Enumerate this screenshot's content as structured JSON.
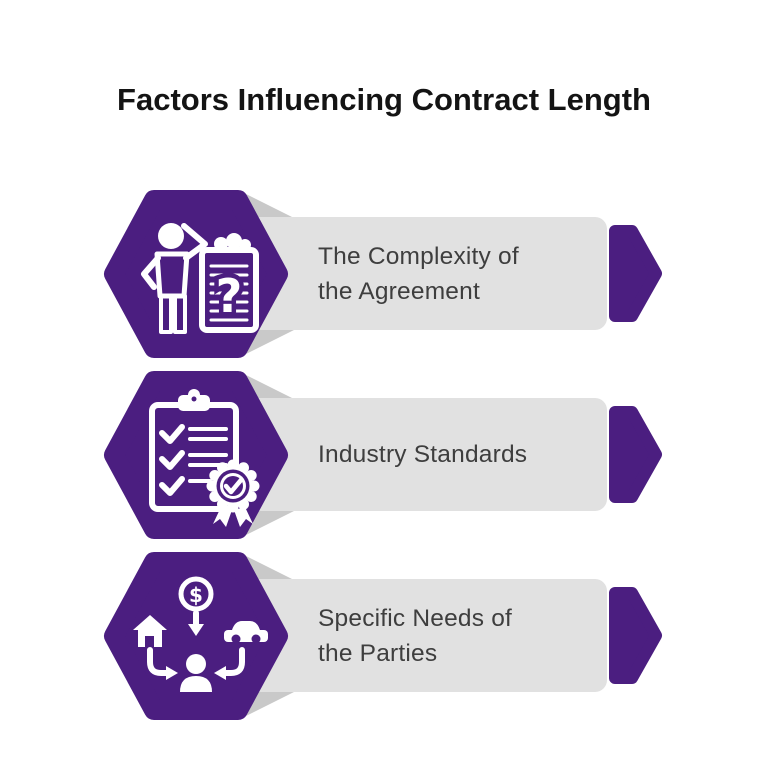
{
  "title": "Factors Influencing Contract Length",
  "colors": {
    "accent_purple": "#4B1E80",
    "bar_gray": "#E1E1E1",
    "shadow_gray": "#C9C9C9",
    "label_text": "#3E3E3E",
    "title_text": "#141414",
    "background": "#FFFFFF",
    "icon_color": "#FFFFFF"
  },
  "items": [
    {
      "label": "The Complexity of the Agreement",
      "line1": "The Complexity of",
      "line2": "the Agreement",
      "icon": "confused-person-clipboard-icon"
    },
    {
      "label": "Industry Standards",
      "line1": "Industry Standards",
      "line2": "",
      "icon": "checklist-certificate-icon"
    },
    {
      "label": "Specific Needs of the Parties",
      "line1": "Specific Needs of",
      "line2": "the Parties",
      "icon": "needs-options-icon"
    }
  ]
}
